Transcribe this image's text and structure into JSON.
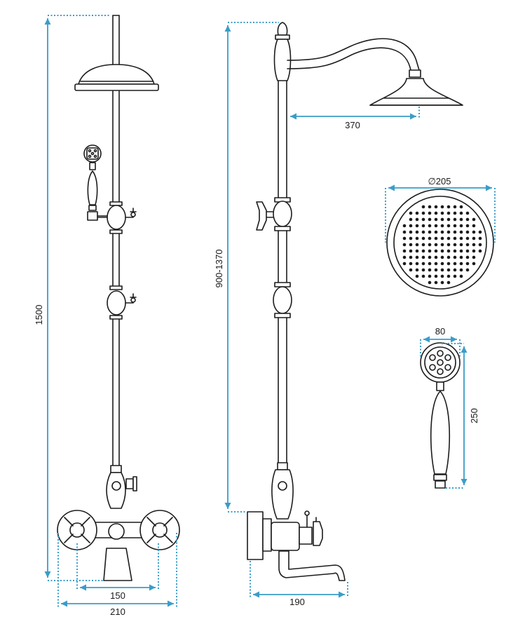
{
  "dimensions": {
    "total_height": "1500",
    "adjust_height": "900-1370",
    "arm_length": "370",
    "head_diameter": "∅205",
    "hand_width": "80",
    "hand_length": "250",
    "inlet_spacing": "150",
    "mixer_width": "210",
    "spout_length": "190"
  },
  "colors": {
    "line": "#1c1c1c",
    "dimension": "#3a9dc8"
  }
}
